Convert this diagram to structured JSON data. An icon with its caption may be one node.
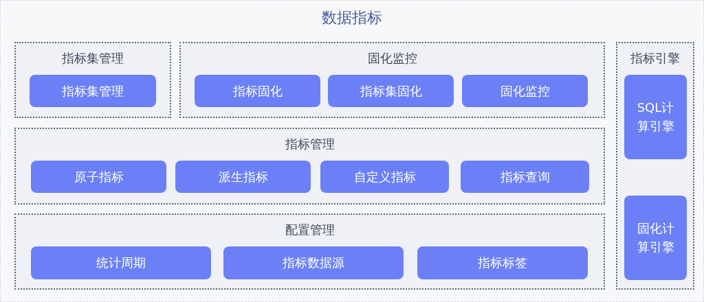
{
  "diagram": {
    "nodes": [
      {
        "text": [
          "数据指标"
        ]
      },
      {
        "text": [
          "指标集管理"
        ],
        "in": 0
      },
      {
        "text": [
          "指标集管理"
        ],
        "in": 1
      },
      {
        "text": [
          "固化监控"
        ],
        "in": 0
      },
      {
        "text": [
          "指标固化"
        ],
        "in": 3
      },
      {
        "text": [
          "指标集固化"
        ],
        "in": 3
      },
      {
        "text": [
          "固化监控"
        ],
        "in": 3
      },
      {
        "text": [
          "指标引擎"
        ],
        "in": 0
      },
      {
        "text": [
          "SQL计算引擎"
        ],
        "in": 7
      },
      {
        "text": [
          "固化计算引擎"
        ],
        "in": 7
      },
      {
        "text": [
          "指标管理"
        ],
        "in": 0
      },
      {
        "text": [
          "原子指标"
        ],
        "in": 10
      },
      {
        "text": [
          "派生指标"
        ],
        "in": 10
      },
      {
        "text": [
          "自定义指标"
        ],
        "in": 10
      },
      {
        "text": [
          "指标查询"
        ],
        "in": 10
      },
      {
        "text": [
          "配置管理"
        ],
        "in": 0
      },
      {
        "text": [
          "统计周期"
        ],
        "in": 15
      },
      {
        "text": [
          "指标数据源"
        ],
        "in": 15
      },
      {
        "text": [
          "指标标签"
        ],
        "in": 15
      }
    ]
  }
}
